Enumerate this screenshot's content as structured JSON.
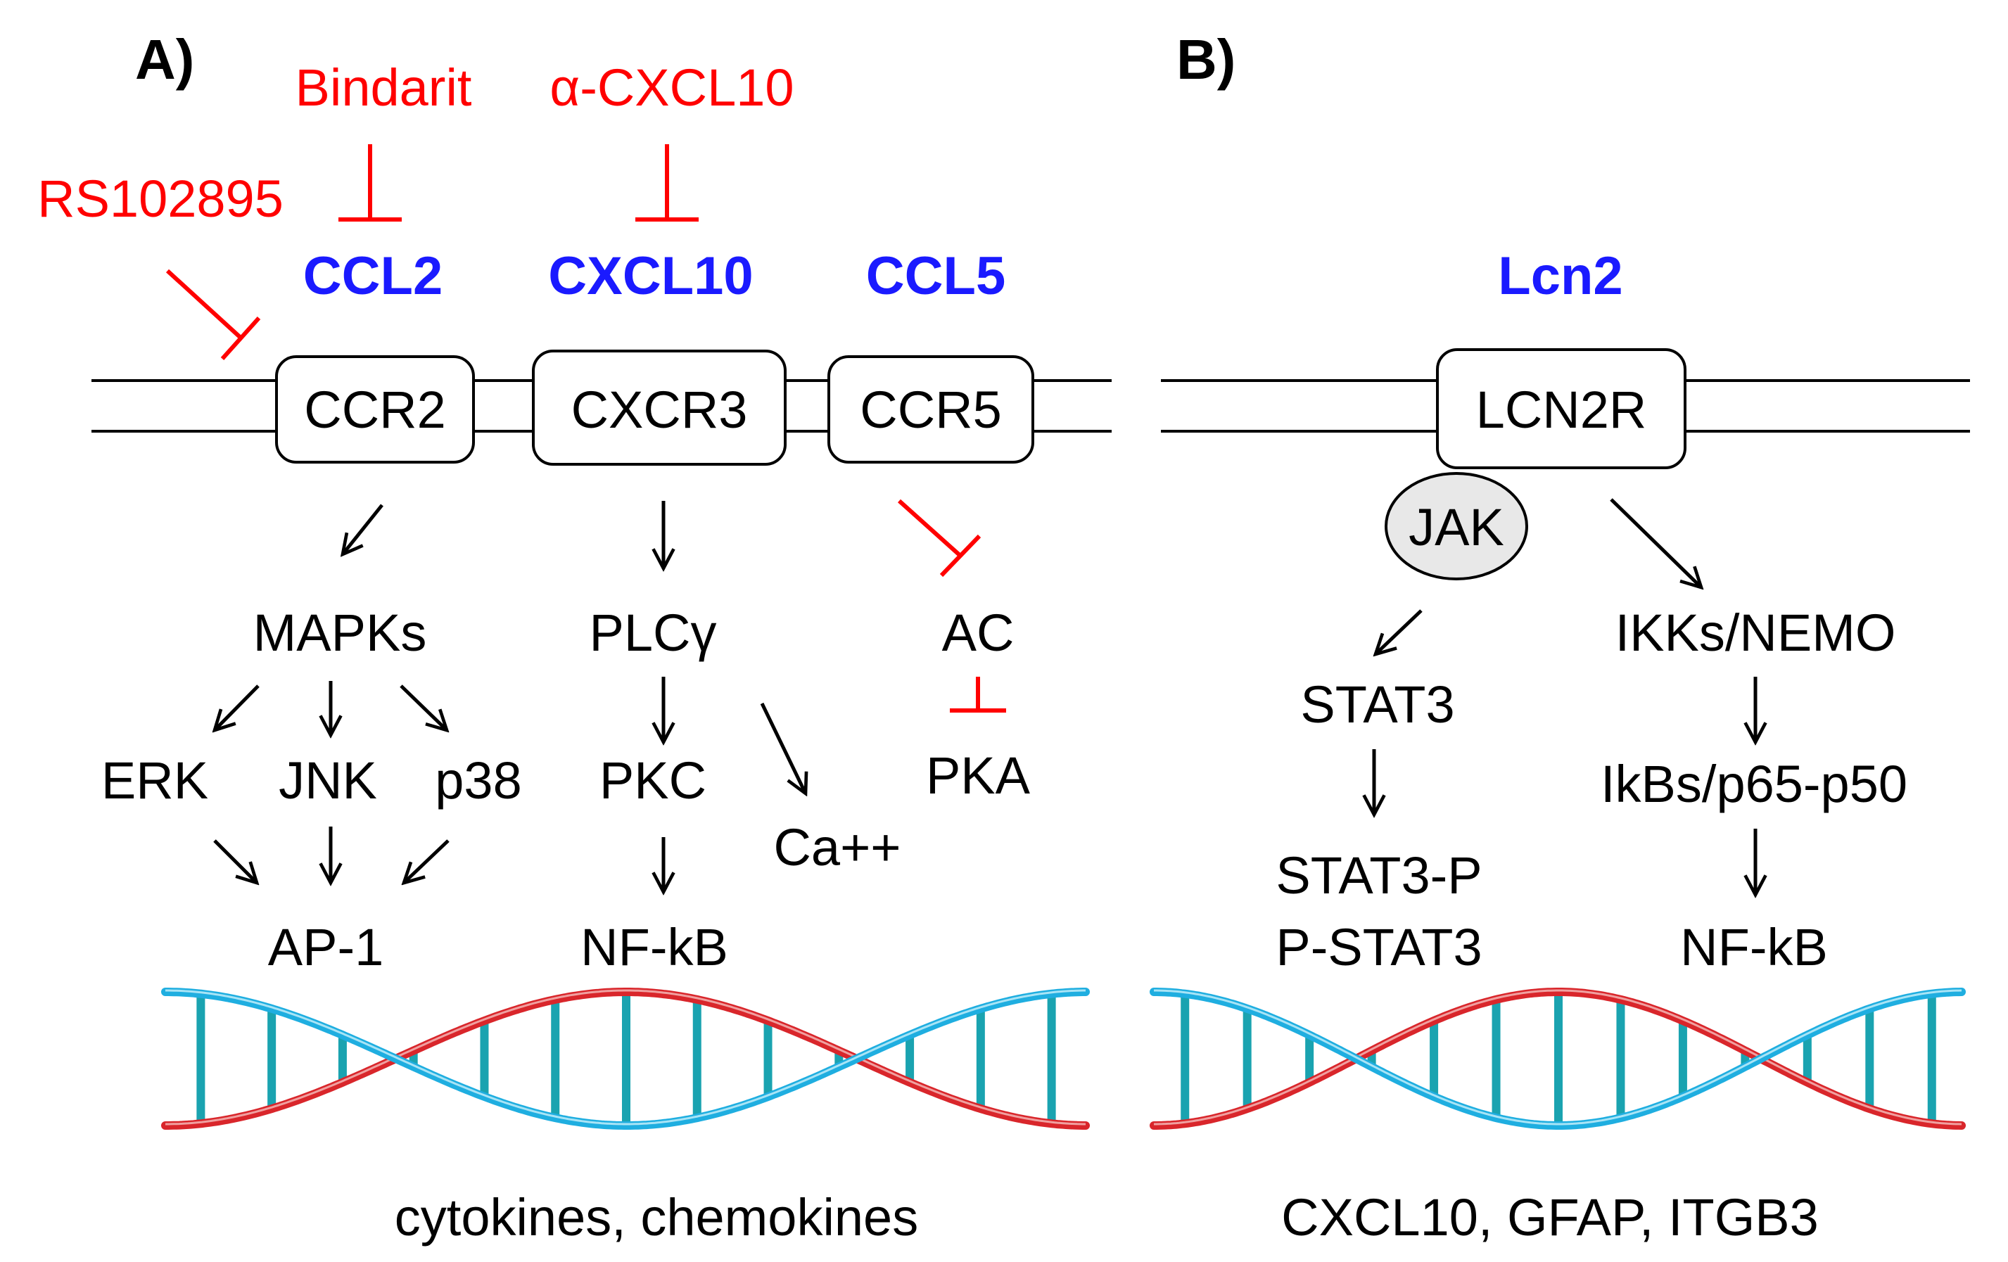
{
  "colors": {
    "inhibitor": "#ff0000",
    "ligand": "#1a1aff",
    "dna_red": "#d9262b",
    "dna_blue": "#1faee0",
    "dna_rung": "#1aa3b0",
    "jak_fill": "#e8e8e8"
  },
  "panel_a": {
    "label": "A)",
    "inhibitors": {
      "rs102895": "RS102895",
      "bindarit": "Bindarit",
      "anti_cxcl10": "α-CXCL10"
    },
    "ligands": {
      "ccl2": "CCL2",
      "cxcl10": "CXCL10",
      "ccl5": "CCL5"
    },
    "receptors": {
      "ccr2": "CCR2",
      "cxcr3": "CXCR3",
      "ccr5": "CCR5"
    },
    "nodes": {
      "mapks": "MAPKs",
      "erk": "ERK",
      "jnk": "JNK",
      "p38": "p38",
      "ap1": "AP-1",
      "plcg": "PLCγ",
      "pkc": "PKC",
      "ca": "Ca++",
      "nfkb": "NF-kB",
      "ac": "AC",
      "pka": "PKA"
    },
    "output": "cytokines, chemokines"
  },
  "panel_b": {
    "label": "B)",
    "ligand": "Lcn2",
    "receptor": "LCN2R",
    "nodes": {
      "jak": "JAK",
      "stat3": "STAT3",
      "stat3p": "STAT3-P",
      "pstat3": "P-STAT3",
      "ikks": "IKKs/NEMO",
      "ikbs": "IkBs/p65-p50",
      "nfkb": "NF-kB"
    },
    "output": "CXCL10, GFAP, ITGB3"
  }
}
